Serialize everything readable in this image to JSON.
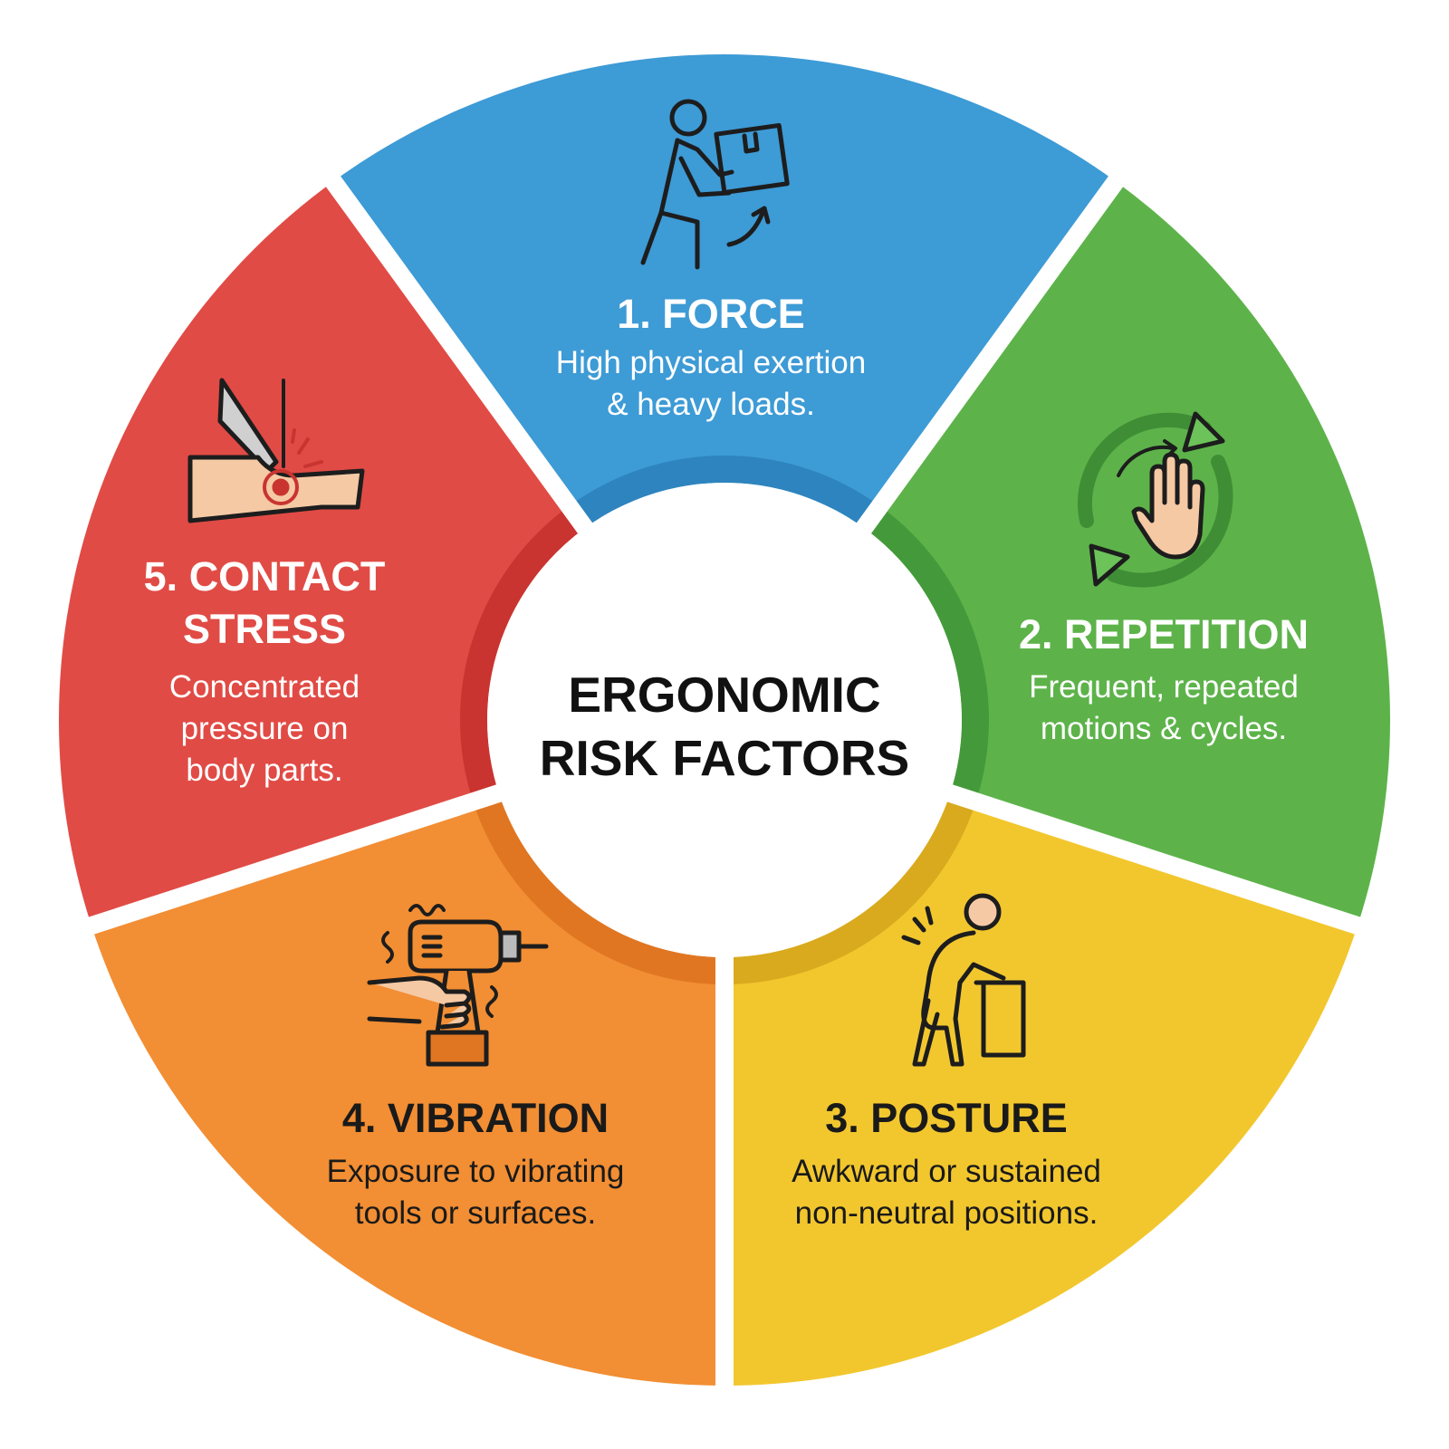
{
  "center": {
    "lines": [
      "ERGONOMIC",
      "RISK FACTORS"
    ]
  },
  "segments": [
    {
      "id": "force",
      "title_lines": [
        "1. FORCE"
      ],
      "desc_lines": [
        "High physical exertion",
        "& heavy loads."
      ],
      "color": "#3D9BD6",
      "ring_color": "#2E84BE",
      "text_color": "#ffffff",
      "icon": "person-lifting-box-icon"
    },
    {
      "id": "repetition",
      "title_lines": [
        "2. REPETITION"
      ],
      "desc_lines": [
        "Frequent, repeated",
        "motions & cycles."
      ],
      "color": "#5DB34A",
      "ring_color": "#449A3A",
      "text_color": "#ffffff",
      "icon": "hand-repeat-cycle-icon"
    },
    {
      "id": "posture",
      "title_lines": [
        "3. POSTURE"
      ],
      "desc_lines": [
        "Awkward or sustained",
        "non-neutral positions."
      ],
      "color": "#F2C72E",
      "ring_color": "#D9AA1E",
      "text_color": "#1a1a1a",
      "icon": "bent-posture-person-icon"
    },
    {
      "id": "vibration",
      "title_lines": [
        "4. VIBRATION"
      ],
      "desc_lines": [
        "Exposure to vibrating",
        "tools or surfaces."
      ],
      "color": "#F28E33",
      "ring_color": "#E07622",
      "text_color": "#1a1a1a",
      "icon": "vibrating-drill-icon"
    },
    {
      "id": "contact-stress",
      "title_lines": [
        "5. CONTACT",
        "STRESS"
      ],
      "desc_lines": [
        "Concentrated",
        "pressure on",
        "body parts."
      ],
      "color": "#E14B45",
      "ring_color": "#C93430",
      "text_color": "#ffffff",
      "icon": "edge-pressure-on-arm-icon"
    }
  ]
}
